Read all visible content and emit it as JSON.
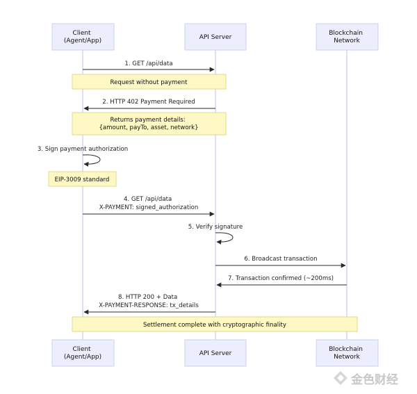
{
  "actors": {
    "client": [
      "Client",
      "(Agent/App)"
    ],
    "server": [
      "API Server"
    ],
    "chain": [
      "Blockchain",
      "Network"
    ]
  },
  "messages": {
    "m1": [
      "1. GET /api/data"
    ],
    "m2": [
      "2. HTTP 402 Payment Required"
    ],
    "m3": [
      "3. Sign payment authorization"
    ],
    "m4": [
      "4. GET /api/data",
      "X-PAYMENT: signed_authorization"
    ],
    "m5": [
      "5. Verify signature"
    ],
    "m6": [
      "6. Broadcast transaction"
    ],
    "m7": [
      "7. Transaction confirmed (~200ms)"
    ],
    "m8": [
      "8. HTTP 200 + Data",
      "X-PAYMENT-RESPONSE: tx_details"
    ]
  },
  "notes": {
    "n1": [
      "Request without payment"
    ],
    "n2": [
      "Returns payment details:",
      "{amount, payTo, asset, network}"
    ],
    "n3": [
      "EIP-3009 standard"
    ],
    "n4": [
      "Settlement complete with cryptographic finality"
    ]
  },
  "watermark": "金色财经",
  "colors": {
    "actor_fill": "#eceefd",
    "note_fill": "#fdf8c4",
    "line": "#2a2a2a",
    "watermark": "#c8c8c8"
  }
}
